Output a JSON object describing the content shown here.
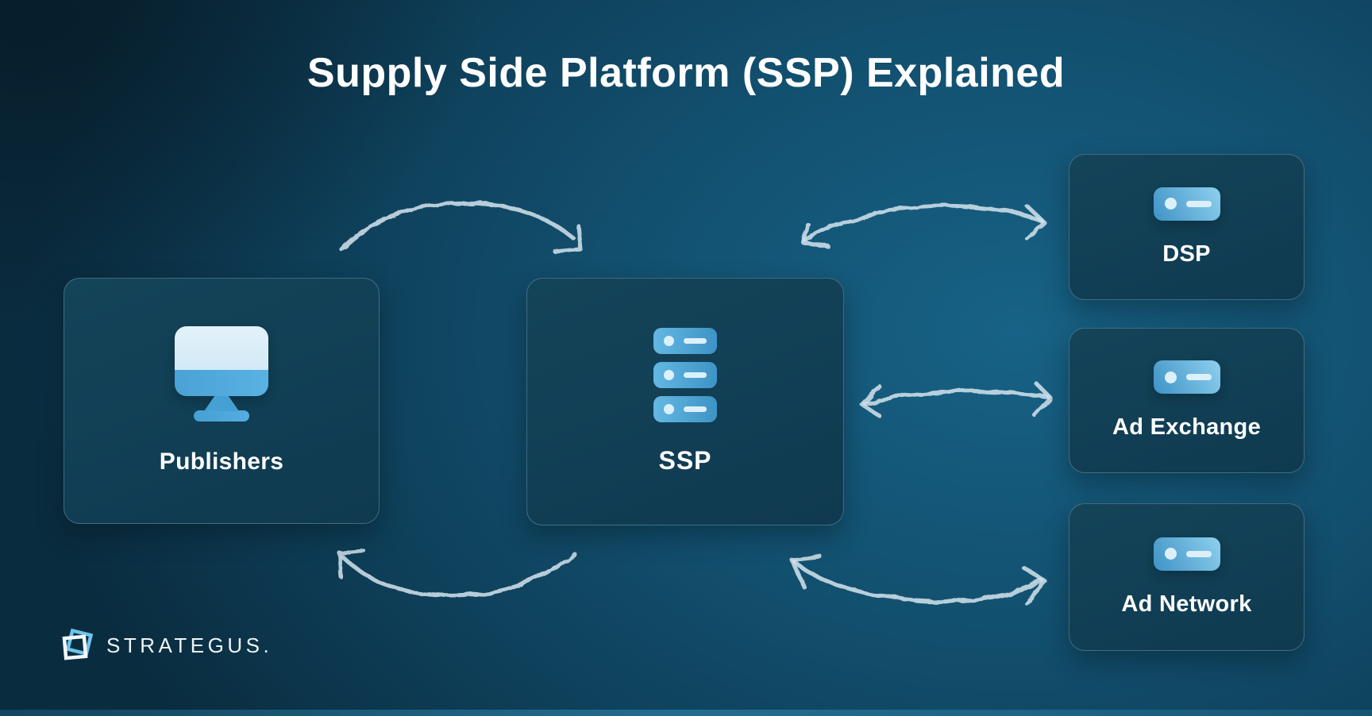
{
  "title": "Supply Side Platform (SSP) Explained",
  "nodes": {
    "publishers": {
      "label": "Publishers",
      "icon": "monitor-icon"
    },
    "ssp": {
      "label": "SSP",
      "icon": "server-stack-icon"
    },
    "dsp": {
      "label": "DSP",
      "icon": "server-icon"
    },
    "ad_exchange": {
      "label": "Ad Exchange",
      "icon": "server-icon"
    },
    "ad_network": {
      "label": "Ad Network",
      "icon": "server-icon"
    }
  },
  "connections": [
    {
      "from": "Publishers",
      "to": "SSP",
      "bidirectional": false,
      "position": "top-arc"
    },
    {
      "from": "SSP",
      "to": "Publishers",
      "bidirectional": false,
      "position": "bottom-arc"
    },
    {
      "from": "SSP",
      "to": "DSP",
      "bidirectional": true,
      "position": "upper-right-arc"
    },
    {
      "from": "SSP",
      "to": "Ad Exchange",
      "bidirectional": true,
      "position": "middle-right"
    },
    {
      "from": "SSP",
      "to": "Ad Network",
      "bidirectional": true,
      "position": "lower-right-arc"
    }
  ],
  "logo": {
    "brand": "STRATEGUS."
  },
  "colors": {
    "background_center": "#176286",
    "background_edge": "#0a2c3f",
    "card_fill": "#124157",
    "card_border": "#7ea9ba",
    "icon_blue": "#45a0d4",
    "icon_light": "#dcf0fa",
    "chalk_arrow": "#d3e3ec",
    "logo_accent": "#6cc5ea",
    "text": "#ffffff"
  }
}
